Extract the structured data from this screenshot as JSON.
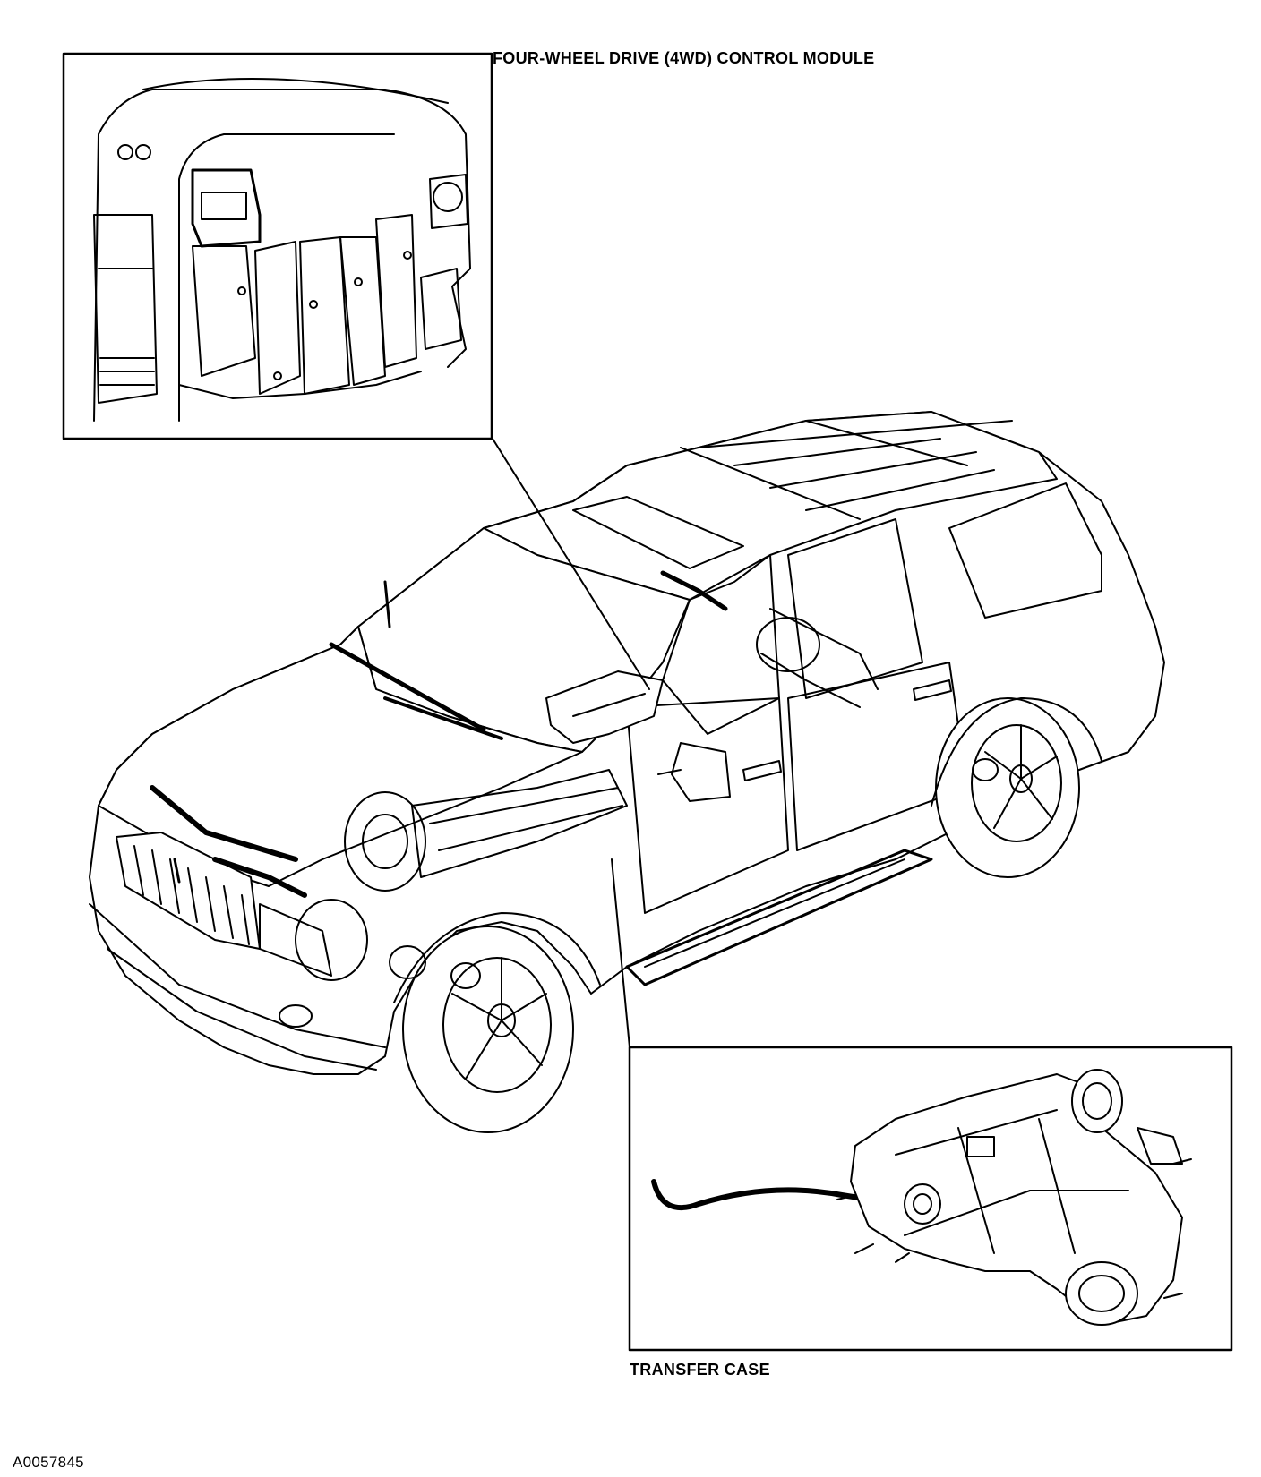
{
  "labels": {
    "control_module": "FOUR-WHEEL DRIVE (4WD) CONTROL MODULE",
    "transfer_case": "TRANSFER CASE",
    "figure_id": "A0057845"
  },
  "colors": {
    "line": "#000000",
    "background": "#ffffff"
  }
}
